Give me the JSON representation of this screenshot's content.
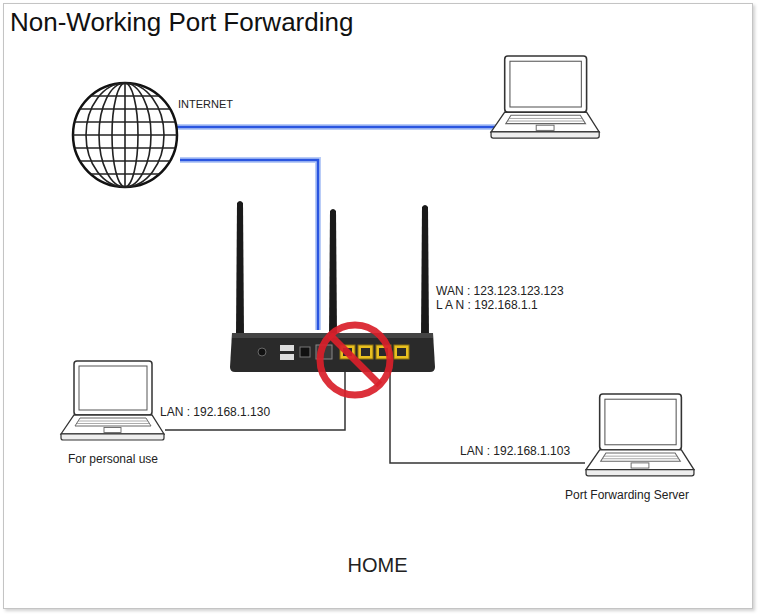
{
  "diagram": {
    "title": "Non-Working Port Forwarding",
    "nodes": [
      {
        "text": [
          "INTERNET"
        ]
      },
      {
        "text": [
          "WAN : 123.123.123.123",
          "L A N : 192.168.1.1"
        ]
      },
      {
        "text": [
          "HOME"
        ]
      },
      {
        "text": [
          "LAN : 192.168.1.130",
          "For personal use"
        ],
        "in": 2
      },
      {
        "text": [
          "LAN : 192.168.1.103",
          "Port Forwarding Server"
        ],
        "in": 2
      }
    ],
    "edges": [
      {
        "from": 0,
        "to": 1,
        "arrow": "none"
      },
      {
        "from": 1,
        "to": 3,
        "arrow": "none"
      },
      {
        "from": 1,
        "to": 4,
        "arrow": "none"
      }
    ]
  }
}
